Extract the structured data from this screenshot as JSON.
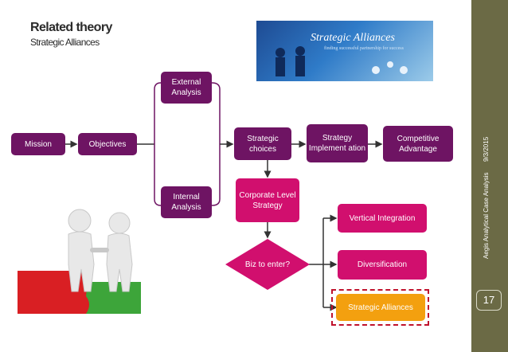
{
  "header": {
    "title": "Related theory",
    "subtitle": "Strategic Alliances"
  },
  "banner": {
    "title": "Strategic Alliances",
    "tagline": "finding successful partnership for success"
  },
  "sidebar": {
    "date": "9/3/2015",
    "deck": "Aegis Analytical Case Analysis",
    "page": "17"
  },
  "nodes": {
    "mission": "Mission",
    "objectives": "Objectives",
    "external": "External Analysis",
    "internal": "Internal Analysis",
    "choices": "Strategic choices",
    "implementation": "Strategy Implement ation",
    "advantage": "Competitive Advantage",
    "corporate": "Corporate Level Strategy",
    "decision": "Biz to enter?",
    "vertical": "Vertical Integration",
    "diversification": "Diversification",
    "alliances": "Strategic Alliances"
  },
  "colors": {
    "purple": "#6e1463",
    "pink": "#d10f6e",
    "orange": "#f3a00f",
    "sidebar": "#6b6a45",
    "highlight": "#c0122d"
  }
}
